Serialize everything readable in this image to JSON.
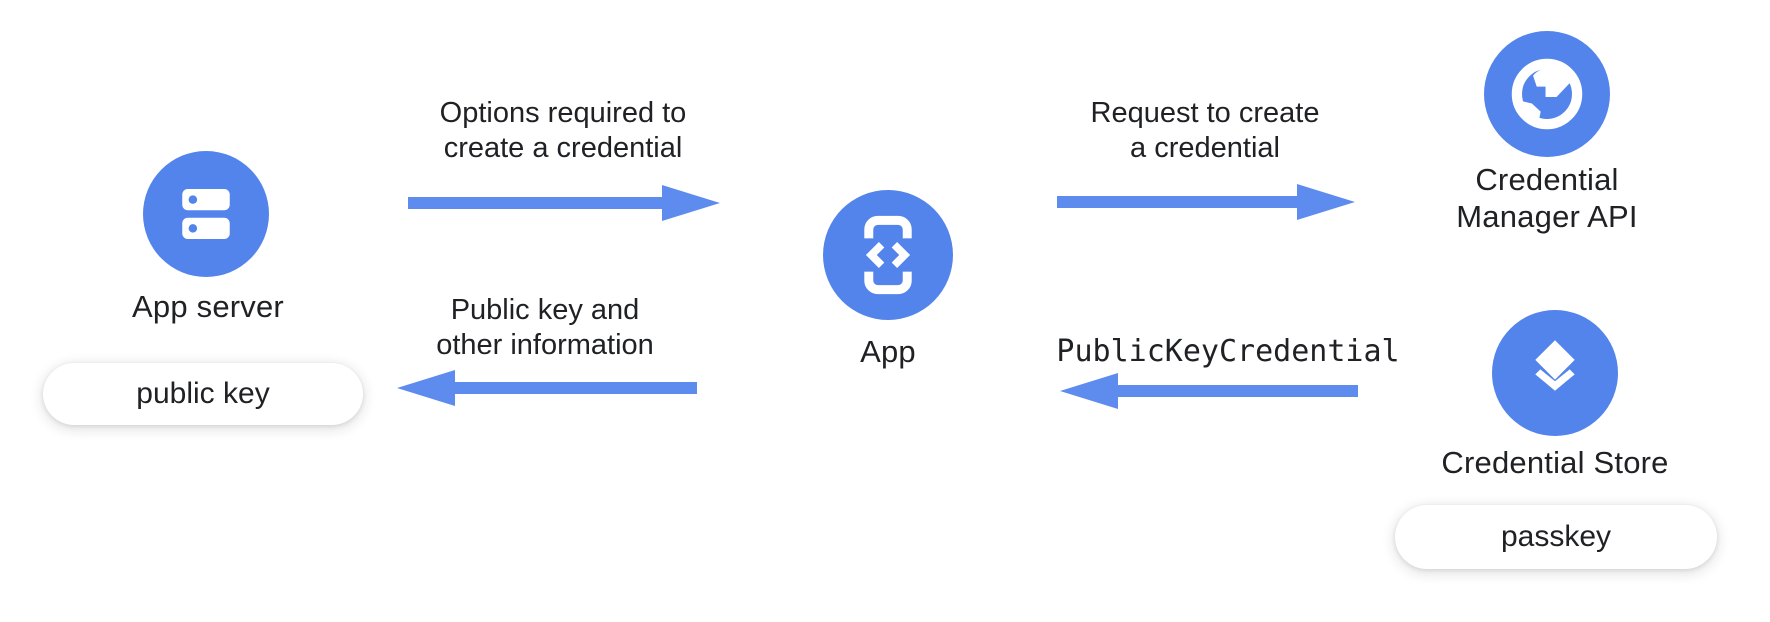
{
  "colors": {
    "node_blue": "#5384ec",
    "arrow_blue": "#5e8bee",
    "text": "#202124",
    "pill_bg": "#ffffff"
  },
  "nodes": {
    "app_server": {
      "label": "App server",
      "badge": "public key",
      "icon": "server-icon"
    },
    "app": {
      "label": "App",
      "icon": "mobile-code-icon"
    },
    "credential_manager_api": {
      "label_line1": "Credential",
      "label_line2": "Manager API",
      "icon": "globe-icon"
    },
    "credential_store": {
      "label": "Credential Store",
      "badge": "passkey",
      "icon": "layers-icon"
    }
  },
  "flows": {
    "options_to_create": {
      "line1": "Options required to",
      "line2": "create a credential",
      "from": "App server",
      "to": "App",
      "direction": "right"
    },
    "request_to_create": {
      "line1": "Request to create",
      "line2": "a credential",
      "from": "App",
      "to": "Credential Manager API",
      "direction": "right"
    },
    "public_key_credential": {
      "label": "PublicKeyCredential",
      "from": "Credential Store",
      "to": "App",
      "direction": "left"
    },
    "public_key_and_info": {
      "line1": "Public key and",
      "line2": "other information",
      "from": "App",
      "to": "App server",
      "direction": "left"
    }
  }
}
